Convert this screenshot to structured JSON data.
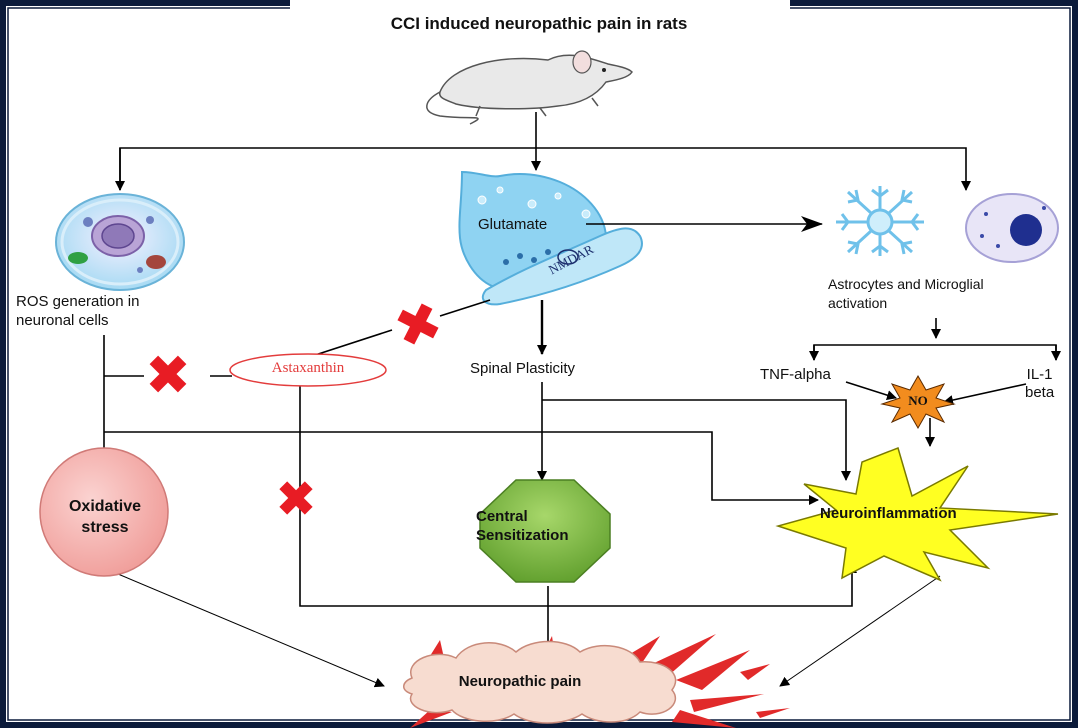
{
  "title": "CCI induced neuropathic pain in rats",
  "nodes": {
    "ros": "ROS generation in neuronal cells",
    "ros_line1": "ROS generation in",
    "ros_line2": "neuronal cells",
    "glutamate": "Glutamate",
    "nmdar": "NMDAR",
    "astro_line1": "Astrocytes and Microglial",
    "astro_line2": "activation",
    "astaxanthin": "Astaxanthin",
    "spinal_plasticity": "Spinal Plasticity",
    "tnf": "TNF-alpha",
    "il_line1": "IL-1",
    "il_line2": "beta",
    "no": "NO",
    "ox_line1": "Oxidative",
    "ox_line2": "stress",
    "cs_line1": "Central",
    "cs_line2": "Sensitization",
    "neuroinflammation": "Neuroinflammation",
    "neuropathic_pain": "Neuropathic pain"
  },
  "colors": {
    "frame": "#0b1a3a",
    "inhibit_mark": "#e81c24",
    "astaxanthin_text": "#e33c3c",
    "oxidative_fill": "#f5b7b5",
    "central_fill": "#7ab53c",
    "neuroinflammation_fill": "#ffff22",
    "no_fill": "#f28c1e",
    "pain_cloud": "#f7dcd0",
    "pain_burst": "#e12a2a",
    "synapse": "#7fcbee",
    "astrocyte": "#6fc1ea",
    "microglia_nucleus": "#1f2f8f"
  }
}
